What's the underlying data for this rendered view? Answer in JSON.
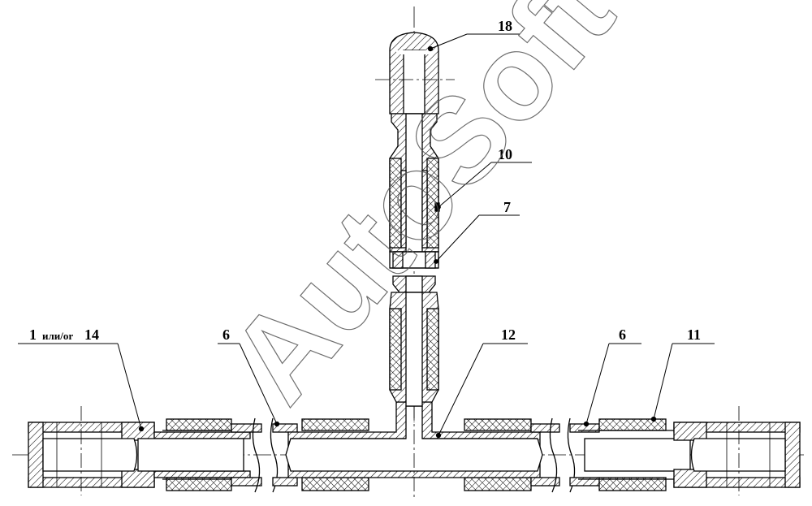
{
  "watermark": "AutoSoft",
  "callouts": [
    {
      "id": "18",
      "text": "18"
    },
    {
      "id": "10",
      "text": "10"
    },
    {
      "id": "7",
      "text": "7"
    },
    {
      "id": "1-or-14",
      "text": "1",
      "small_text": "или/or",
      "text2": "14"
    },
    {
      "id": "6-left",
      "text": "6"
    },
    {
      "id": "12",
      "text": "12"
    },
    {
      "id": "6-right",
      "text": "6"
    },
    {
      "id": "11",
      "text": "11"
    }
  ]
}
